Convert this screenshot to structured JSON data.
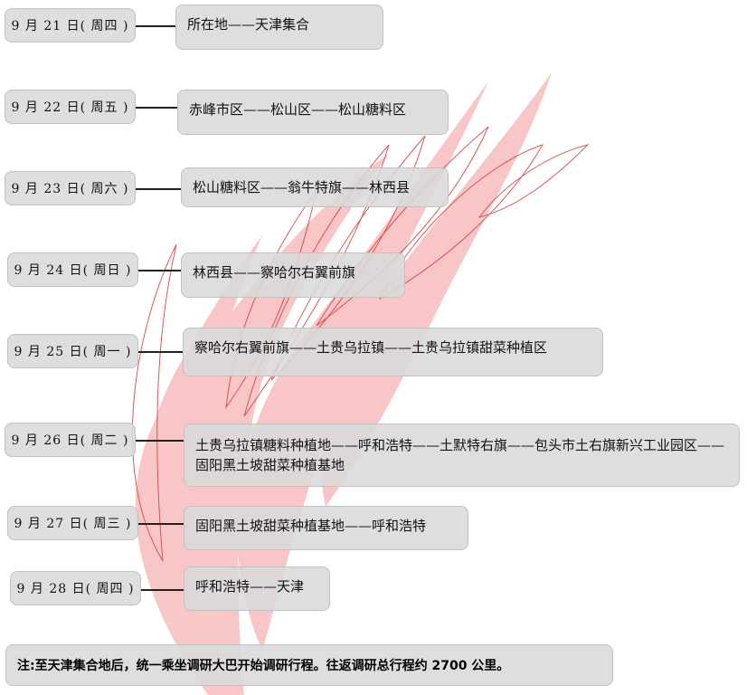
{
  "schedule": [
    {
      "date": "9 月 21 日( 周四 )",
      "route": "所在地——天津集合"
    },
    {
      "date": "9 月 22 日( 周五 )",
      "route": "赤峰市区——松山区——松山糖料区"
    },
    {
      "date": "9 月 23 日( 周六 )",
      "route": "松山糖料区——翁牛特旗——林西县"
    },
    {
      "date": "9 月 24 日( 周日 )",
      "route": "林西县——察哈尔右翼前旗"
    },
    {
      "date": "9 月 25 日( 周一 )",
      "route": "察哈尔右翼前旗——土贵乌拉镇——土贵乌拉镇甜菜种植区"
    },
    {
      "date": "9 月 26 日( 周二 )",
      "route": "土贵乌拉镇糖料种植地——呼和浩特——土默特右旗——包头市土右旗新兴工业园区——固阳黑土坡甜菜种植基地"
    },
    {
      "date": "9 月 27 日( 周三 )",
      "route": "固阳黑土坡甜菜种植基地——呼和浩特"
    },
    {
      "date": "9 月 28 日( 周四 )",
      "route": "呼和浩特——天津"
    }
  ],
  "note": "注:至天津集合地后，统一乘坐调研大巴开始调研行程。往返调研总行程约 2700 公里。",
  "colors": {
    "watermark": "#e84a4a",
    "box": "#dadada"
  }
}
